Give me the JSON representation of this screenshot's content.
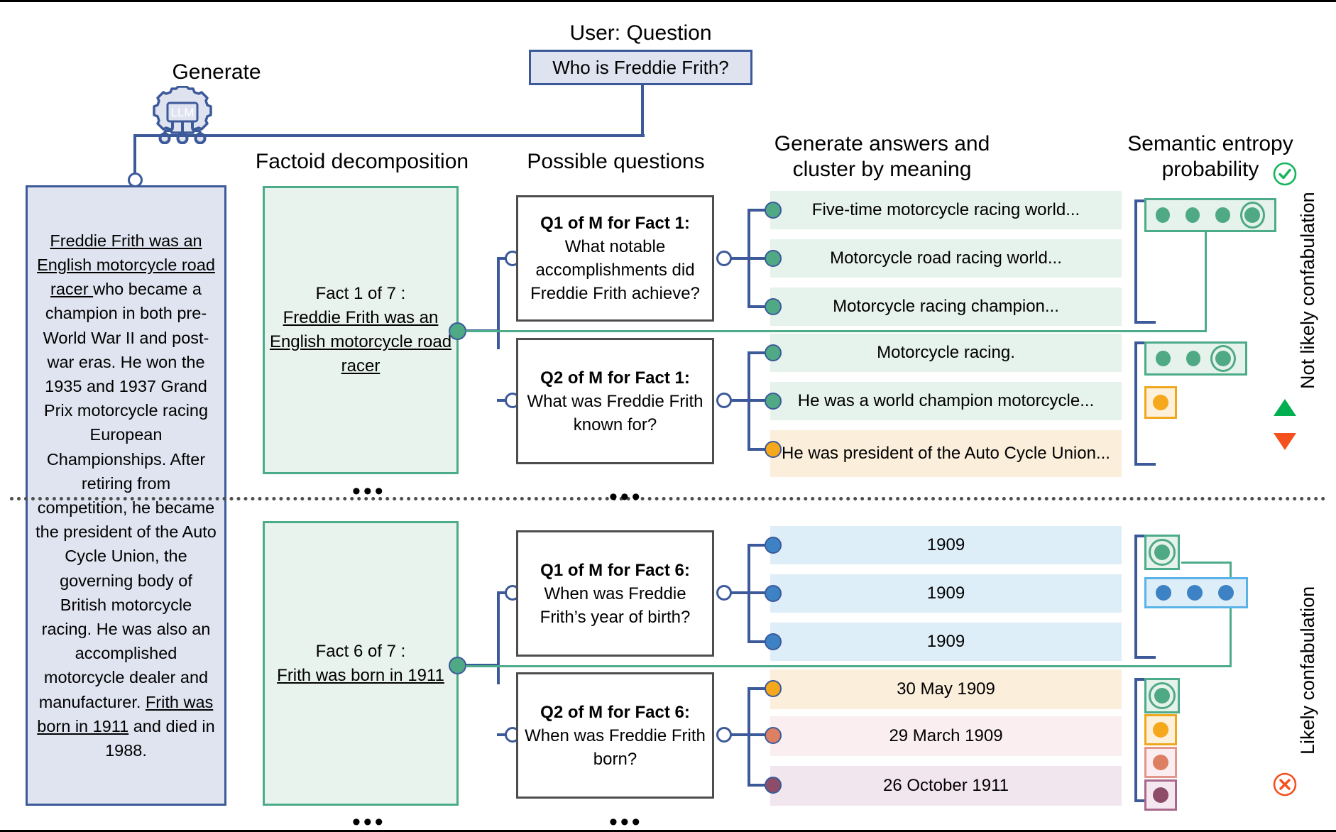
{
  "headers": {
    "user_question": "User: Question",
    "generate": "Generate",
    "factoid_decomposition": "Factoid decomposition",
    "possible_questions": "Possible questions",
    "generate_answers": "Generate answers and\ncluster by meaning",
    "generate_answers_line1": "Generate answers and",
    "generate_answers_line2": "cluster by meaning",
    "semantic_entropy": "Semantic entropy\nprobability",
    "semantic_entropy_line1": "Semantic entropy",
    "semantic_entropy_line2": "probability"
  },
  "question_box": {
    "text": "Who is Freddie Frith?"
  },
  "llm_icon": {
    "label": "LLM"
  },
  "source_passage": {
    "segments": [
      {
        "text": "Freddie Frith was an English motorcycle road racer ",
        "underline": true
      },
      {
        "text": "who became a champion in both pre-World War II and post-war eras. He won the 1935 and 1937 Grand Prix motorcycle racing European Championships. After retiring from competition, he became the president of the Auto Cycle Union, the governing body of British motorcycle racing. He was also an accomplished motorcycle dealer and manufacturer. ",
        "underline": false
      },
      {
        "text": "Frith was born in 1911",
        "underline": true
      },
      {
        "text": " and died in 1988.",
        "underline": false
      }
    ]
  },
  "ellipsis": "•••",
  "facts": [
    {
      "id": "fact1",
      "title": "Fact 1 of 7 :",
      "claim": "Freddie Frith was an English motorcycle road racer",
      "questions": [
        {
          "id": "q1f1",
          "label": "Q1 of M for Fact 1:",
          "text": "What notable accomplishments did Freddie Frith achieve?",
          "answers": [
            {
              "text": "Five-time motorcycle racing world...",
              "row_color": "green",
              "dot_color": "green"
            },
            {
              "text": "Motorcycle road racing world...",
              "row_color": "green",
              "dot_color": "green"
            },
            {
              "text": "Motorcycle racing champion...",
              "row_color": "green",
              "dot_color": "green"
            }
          ],
          "entropy_clusters": [
            {
              "color": "green",
              "count": 4,
              "selected_index": 3
            }
          ],
          "verdict": "not-likely-confabulation"
        },
        {
          "id": "q2f1",
          "label": "Q2 of M for Fact 1:",
          "text": "What was Freddie Frith known for?",
          "answers": [
            {
              "text": "Motorcycle racing.",
              "row_color": "green",
              "dot_color": "green"
            },
            {
              "text": "He was a world champion motorcycle...",
              "row_color": "green",
              "dot_color": "green"
            },
            {
              "text": "He was president of the Auto Cycle Union...",
              "row_color": "orange",
              "dot_color": "orange"
            }
          ],
          "entropy_clusters": [
            {
              "color": "green",
              "count": 3,
              "selected_index": 2
            },
            {
              "color": "orange",
              "count": 1,
              "selected_index": -1
            }
          ],
          "verdict": "not-likely-confabulation"
        }
      ]
    },
    {
      "id": "fact6",
      "title": "Fact 6 of 7 :",
      "claim": "Frith was born in 1911",
      "questions": [
        {
          "id": "q1f6",
          "label": "Q1 of M for Fact 6:",
          "text": "When was Freddie Frith’s year of birth?",
          "answers": [
            {
              "text": "1909",
              "row_color": "blue",
              "dot_color": "blue"
            },
            {
              "text": "1909",
              "row_color": "blue",
              "dot_color": "blue"
            },
            {
              "text": "1909",
              "row_color": "blue",
              "dot_color": "blue"
            }
          ],
          "entropy_clusters": [
            {
              "color": "green",
              "count": 1,
              "selected_index": 0
            },
            {
              "color": "blue",
              "count": 3,
              "selected_index": -1
            }
          ],
          "verdict": "likely-confabulation"
        },
        {
          "id": "q2f6",
          "label": "Q2 of M for Fact 6:",
          "text": "When was Freddie Frith born?",
          "answers": [
            {
              "text": "30 May 1909",
              "row_color": "orange",
              "dot_color": "orange"
            },
            {
              "text": "29 March 1909",
              "row_color": "pink",
              "dot_color": "salmon"
            },
            {
              "text": "26 October 1911",
              "row_color": "plum",
              "dot_color": "plum"
            }
          ],
          "entropy_clusters": [
            {
              "color": "green",
              "count": 1,
              "selected_index": 0
            },
            {
              "color": "orange",
              "count": 1,
              "selected_index": -1
            },
            {
              "color": "pink",
              "count": 1,
              "selected_index": -1
            },
            {
              "color": "plum",
              "count": 1,
              "selected_index": -1
            }
          ],
          "verdict": "likely-confabulation"
        }
      ]
    }
  ],
  "verdicts": {
    "top_label": "Not likely confabulation",
    "bottom_label": "Likely confabulation",
    "check_icon": "check-circle-icon",
    "cross_icon": "cross-circle-icon",
    "up_icon": "triangle-up-icon",
    "down_icon": "triangle-down-icon"
  },
  "colors": {
    "blue_border": "#3c5a9a",
    "blue_fill": "#dfe3f0",
    "green_border": "#4cab89",
    "green_fill": "#e8f3ed",
    "green_dot": "#4fa985",
    "orange_dot": "#f5a81c",
    "blue_dot": "#3d82c4",
    "salmon_dot": "#dc7f63",
    "plum_dot": "#8d4d68",
    "check_green": "#18b45e",
    "cross_red": "#f4511e",
    "gray_border": "#4d4d4d"
  }
}
